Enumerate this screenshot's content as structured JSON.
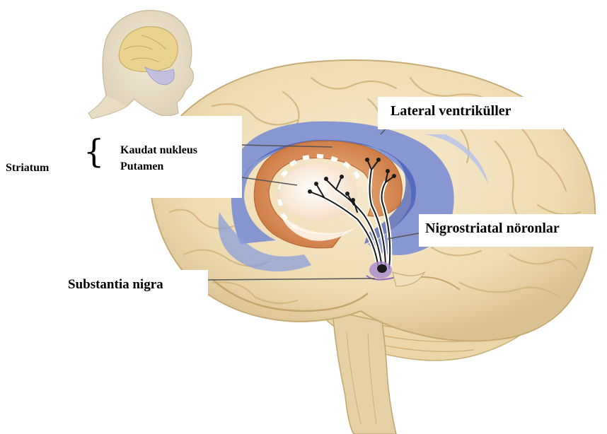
{
  "labels": {
    "lateral_ventricles": "Lateral ventriküller",
    "nigrostriatal_neurons": "Nigrostriatal nöronlar",
    "substantia_nigra": "Substantia nigra",
    "caudate_nucleus": "Kaudat nukleus",
    "putamen": "Putamen",
    "striatum": "Striatum",
    "brace": "{"
  },
  "colors": {
    "brain_tissue": "#f2e0b8",
    "brain_shadow": "#d9c08e",
    "ventricle_blue": "#5b6fc4",
    "striatum_orange": "#d98a52",
    "neuron_black": "#1a1a1a",
    "substantia_purple": "#9a6ac0",
    "label_box": "#ffffff"
  }
}
